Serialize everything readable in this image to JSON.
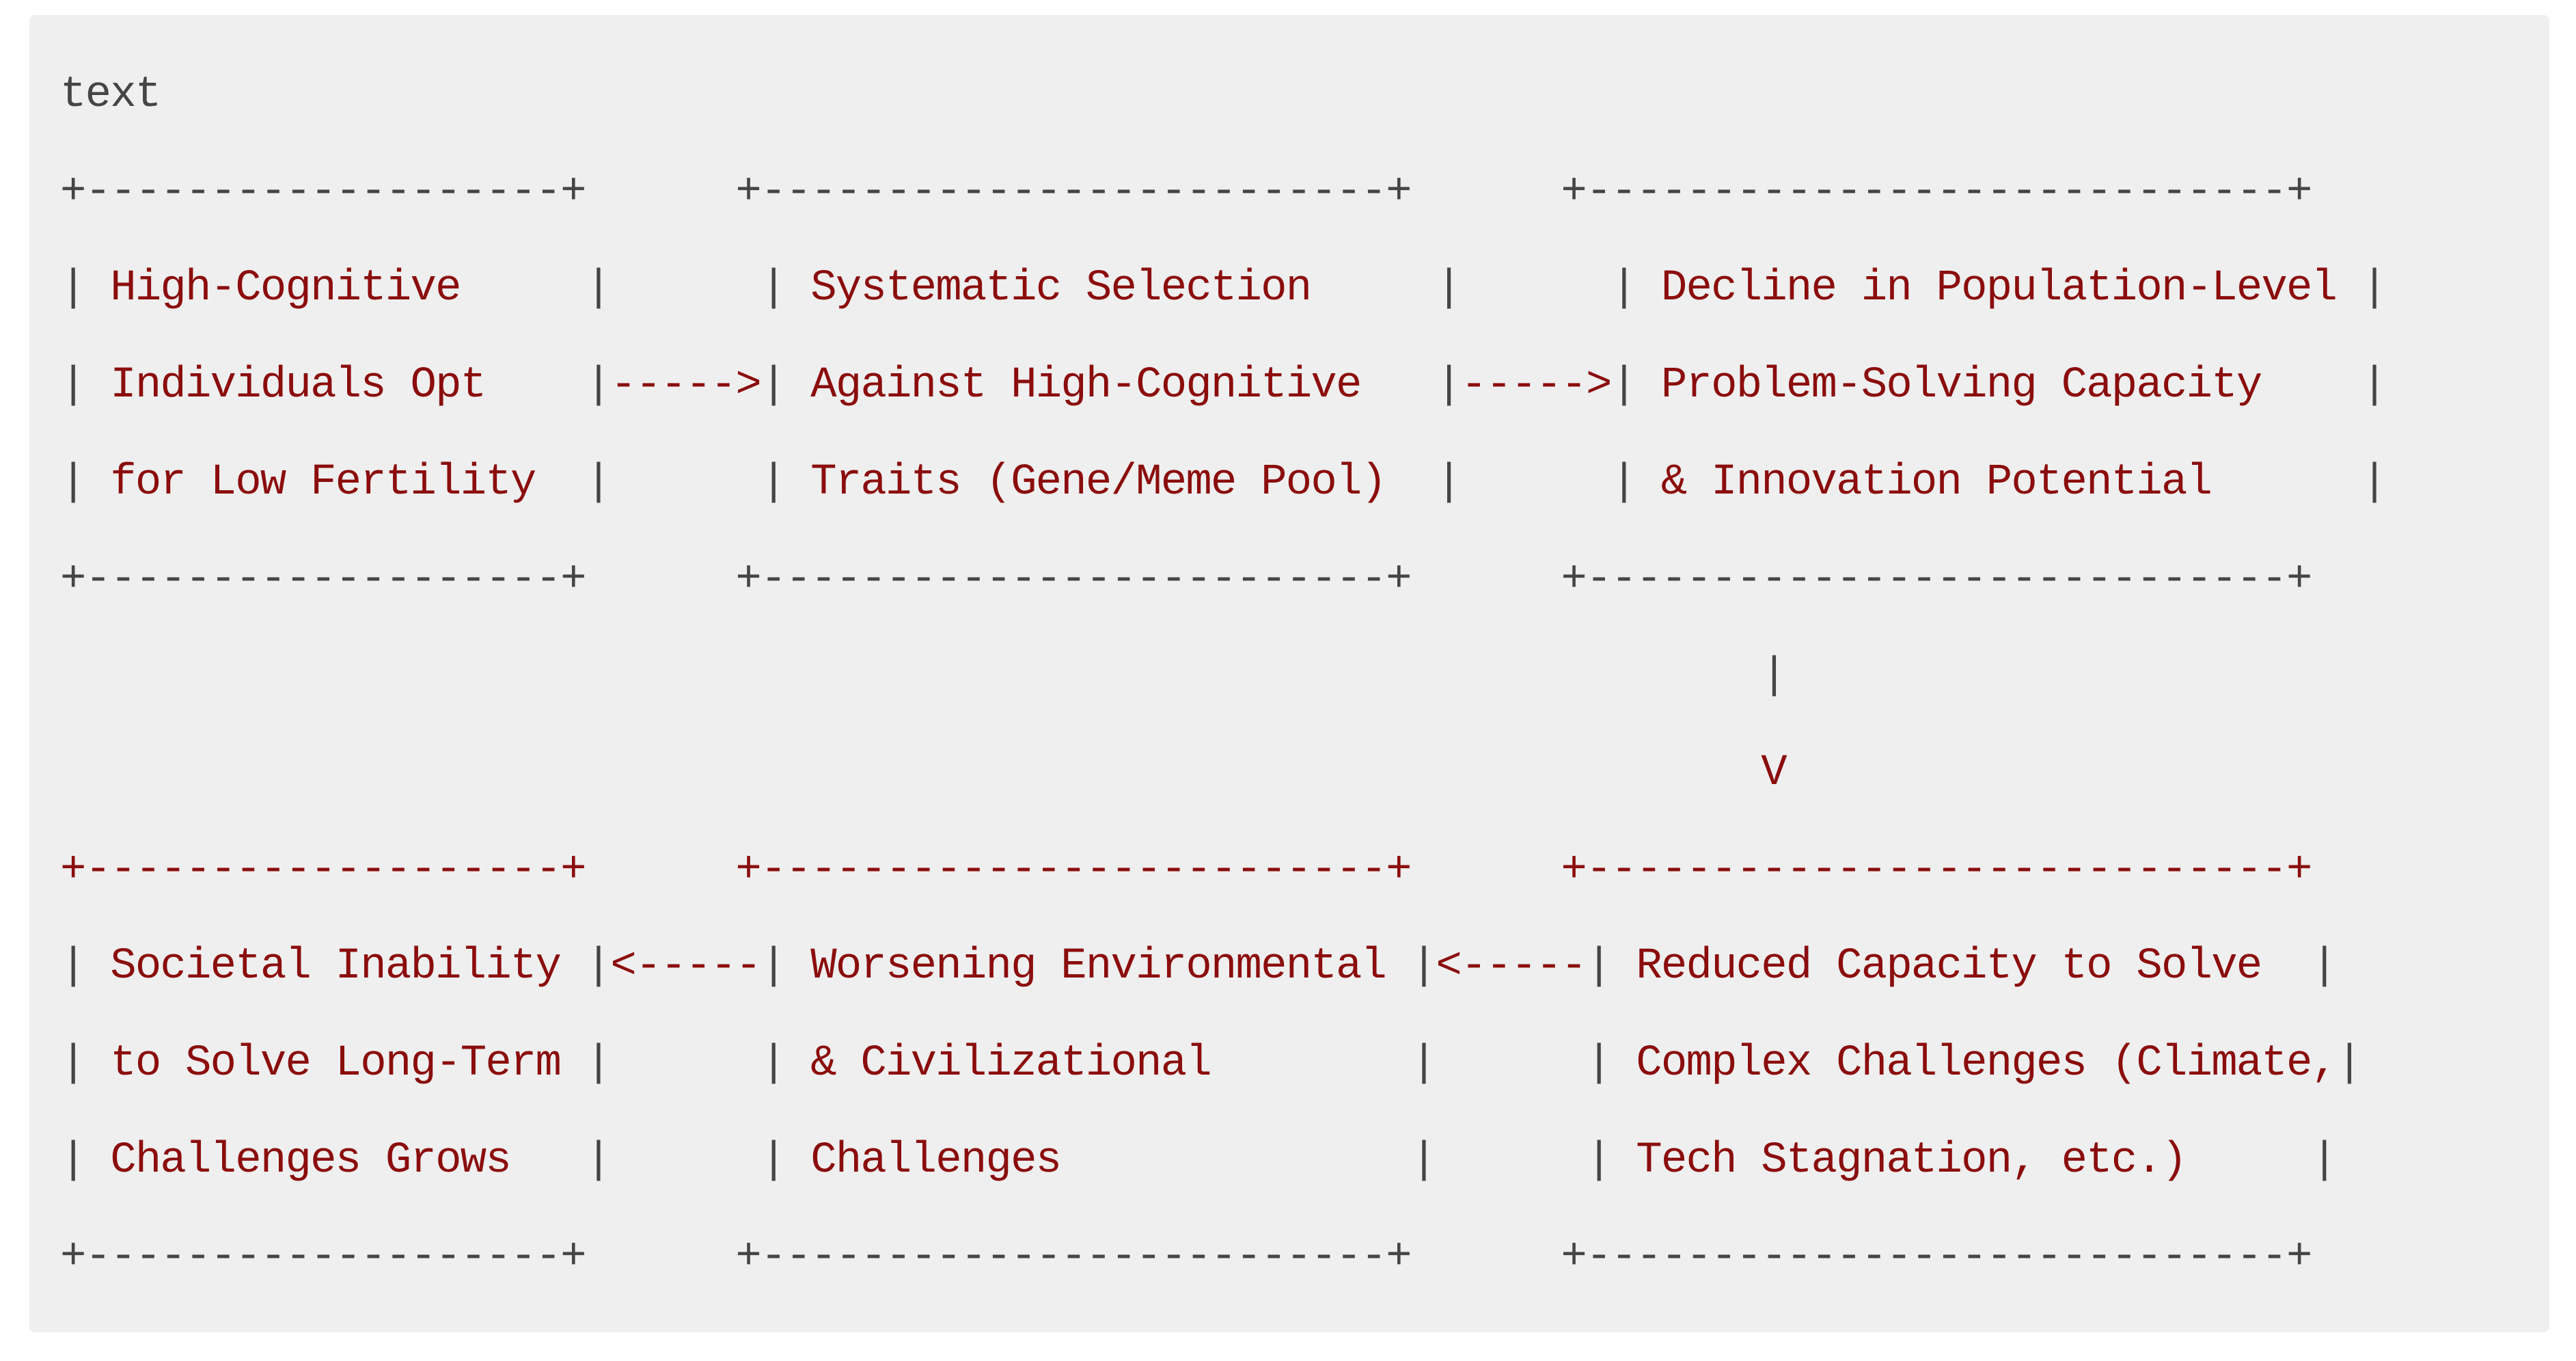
{
  "language_label": "text",
  "colors": {
    "page_background": "#ffffff",
    "block_background": "#efefef",
    "border_gray": "#454545",
    "text_red": "#8b0d0d"
  },
  "diagram": {
    "top_row": {
      "boxes": [
        [
          "High-Cognitive",
          "Individuals Opt",
          "for Low Fertility"
        ],
        [
          "Systematic Selection",
          "Against High-Cognitive",
          "Traits (Gene/Meme Pool)"
        ],
        [
          "Decline in Population-Level",
          "Problem-Solving Capacity",
          "& Innovation Potential"
        ]
      ],
      "arrows": [
        "----->",
        "----->"
      ]
    },
    "connector": {
      "stem": "|",
      "head": "V"
    },
    "bottom_row": {
      "boxes": [
        [
          "Societal Inability",
          "to Solve Long-Term",
          "Challenges Grows"
        ],
        [
          "Worsening Environmental",
          "& Civilizational",
          "Challenges"
        ],
        [
          "Reduced Capacity to Solve",
          "Complex Challenges (Climate,",
          "Tech Stagnation, etc.)"
        ]
      ],
      "arrows": [
        "<-----",
        "<-----"
      ]
    }
  },
  "ascii_lines": [
    [
      [
        "g",
        "text"
      ]
    ],
    [
      [
        "g",
        "+-------------------+"
      ],
      [
        "sp",
        6
      ],
      [
        "g",
        "+-------------------------+"
      ],
      [
        "sp",
        6
      ],
      [
        "g",
        "+----------------------------+"
      ]
    ],
    [
      [
        "g",
        "|"
      ],
      [
        "sp",
        1
      ],
      [
        "r",
        "High-Cognitive"
      ],
      [
        "sp",
        5
      ],
      [
        "g",
        "|"
      ],
      [
        "sp",
        6
      ],
      [
        "g",
        "|"
      ],
      [
        "sp",
        1
      ],
      [
        "r",
        "Systematic Selection"
      ],
      [
        "sp",
        5
      ],
      [
        "g",
        "|"
      ],
      [
        "sp",
        6
      ],
      [
        "g",
        "|"
      ],
      [
        "sp",
        1
      ],
      [
        "r",
        "Decline in Population-Level"
      ],
      [
        "sp",
        1
      ],
      [
        "g",
        "|"
      ]
    ],
    [
      [
        "g",
        "|"
      ],
      [
        "sp",
        1
      ],
      [
        "r",
        "Individuals Opt"
      ],
      [
        "sp",
        4
      ],
      [
        "g",
        "|"
      ],
      [
        "r",
        "----->"
      ],
      [
        "g",
        "|"
      ],
      [
        "sp",
        1
      ],
      [
        "r",
        "Against High-Cognitive"
      ],
      [
        "sp",
        3
      ],
      [
        "g",
        "|"
      ],
      [
        "r",
        "----->"
      ],
      [
        "g",
        "|"
      ],
      [
        "sp",
        1
      ],
      [
        "r",
        "Problem-Solving Capacity"
      ],
      [
        "sp",
        4
      ],
      [
        "g",
        "|"
      ]
    ],
    [
      [
        "g",
        "|"
      ],
      [
        "sp",
        1
      ],
      [
        "r",
        "for Low Fertility"
      ],
      [
        "sp",
        2
      ],
      [
        "g",
        "|"
      ],
      [
        "sp",
        6
      ],
      [
        "g",
        "|"
      ],
      [
        "sp",
        1
      ],
      [
        "r",
        "Traits (Gene/Meme Pool)"
      ],
      [
        "sp",
        2
      ],
      [
        "g",
        "|"
      ],
      [
        "sp",
        6
      ],
      [
        "g",
        "|"
      ],
      [
        "sp",
        1
      ],
      [
        "r",
        "& Innovation Potential"
      ],
      [
        "sp",
        6
      ],
      [
        "g",
        "|"
      ]
    ],
    [
      [
        "g",
        "+-------------------+"
      ],
      [
        "sp",
        6
      ],
      [
        "g",
        "+-------------------------+"
      ],
      [
        "sp",
        6
      ],
      [
        "g",
        "+----------------------------+"
      ]
    ],
    [
      [
        "sp",
        68
      ],
      [
        "g",
        "|"
      ]
    ],
    [
      [
        "sp",
        68
      ],
      [
        "r",
        "V"
      ]
    ],
    [
      [
        "r",
        "+-------------------+"
      ],
      [
        "sp",
        6
      ],
      [
        "r",
        "+-------------------------+"
      ],
      [
        "sp",
        6
      ],
      [
        "r",
        "+----------------------------+"
      ]
    ],
    [
      [
        "g",
        "|"
      ],
      [
        "sp",
        1
      ],
      [
        "r",
        "Societal Inability"
      ],
      [
        "sp",
        1
      ],
      [
        "g",
        "|"
      ],
      [
        "r",
        "<-----"
      ],
      [
        "g",
        "|"
      ],
      [
        "sp",
        1
      ],
      [
        "r",
        "Worsening Environmental"
      ],
      [
        "sp",
        1
      ],
      [
        "g",
        "|"
      ],
      [
        "r",
        "<-----"
      ],
      [
        "g",
        "|"
      ],
      [
        "sp",
        1
      ],
      [
        "r",
        "Reduced Capacity to Solve"
      ],
      [
        "sp",
        2
      ],
      [
        "g",
        "|"
      ]
    ],
    [
      [
        "g",
        "|"
      ],
      [
        "sp",
        1
      ],
      [
        "r",
        "to Solve Long-Term"
      ],
      [
        "sp",
        1
      ],
      [
        "g",
        "|"
      ],
      [
        "sp",
        6
      ],
      [
        "g",
        "|"
      ],
      [
        "sp",
        1
      ],
      [
        "r",
        "& Civilizational"
      ],
      [
        "sp",
        8
      ],
      [
        "g",
        "|"
      ],
      [
        "sp",
        6
      ],
      [
        "g",
        "|"
      ],
      [
        "sp",
        1
      ],
      [
        "r",
        "Complex Challenges (Climate,"
      ],
      [
        "g",
        "|"
      ]
    ],
    [
      [
        "g",
        "|"
      ],
      [
        "sp",
        1
      ],
      [
        "r",
        "Challenges Grows"
      ],
      [
        "sp",
        3
      ],
      [
        "g",
        "|"
      ],
      [
        "sp",
        6
      ],
      [
        "g",
        "|"
      ],
      [
        "sp",
        1
      ],
      [
        "r",
        "Challenges"
      ],
      [
        "sp",
        14
      ],
      [
        "g",
        "|"
      ],
      [
        "sp",
        6
      ],
      [
        "g",
        "|"
      ],
      [
        "sp",
        1
      ],
      [
        "r",
        "Tech Stagnation, etc.)"
      ],
      [
        "sp",
        5
      ],
      [
        "g",
        "|"
      ]
    ],
    [
      [
        "g",
        "+-------------------+"
      ],
      [
        "sp",
        6
      ],
      [
        "g",
        "+-------------------------+"
      ],
      [
        "sp",
        6
      ],
      [
        "g",
        "+----------------------------+"
      ]
    ]
  ]
}
